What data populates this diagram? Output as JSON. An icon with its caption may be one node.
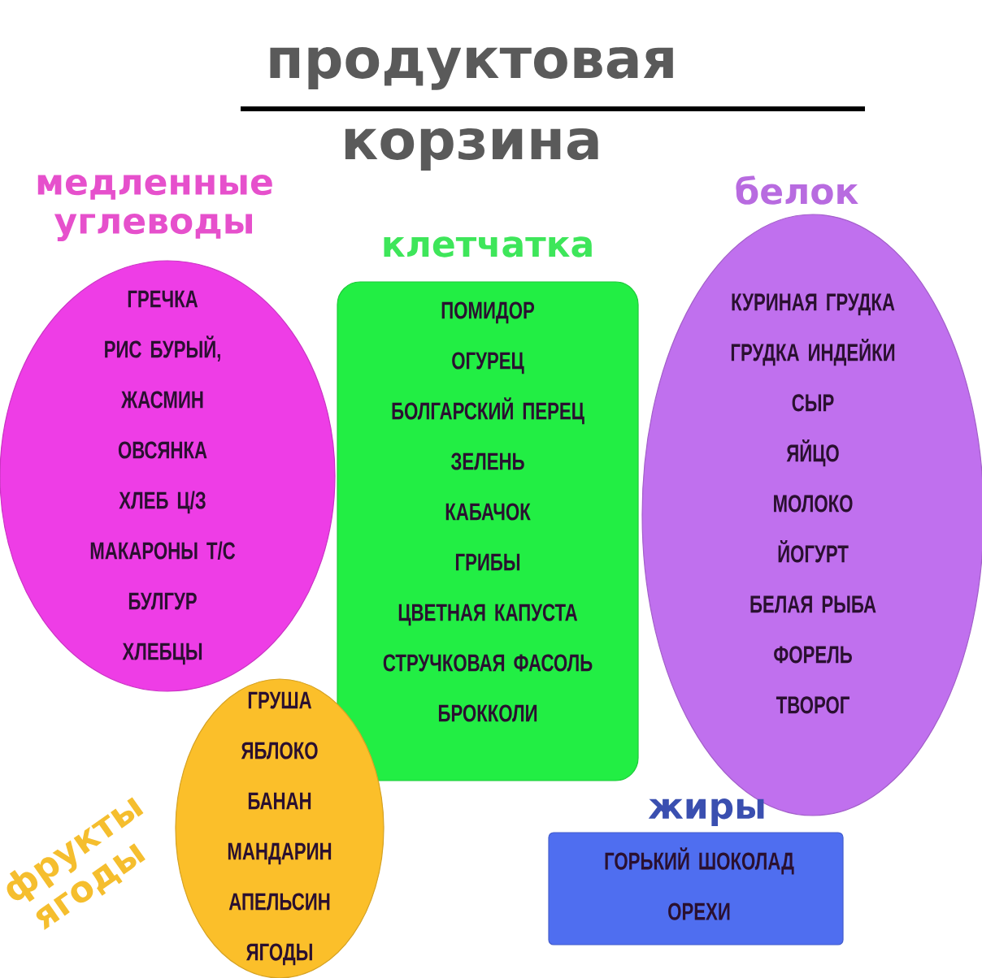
{
  "diagram": {
    "title": "продуктовая корзина",
    "nodes": [
      {
        "text": [
          "медленные углеводы",
          "ГРЕЧКА",
          "РИС БУРЫЙ, ЖАСМИН",
          "ОВСЯНКА",
          "ХЛЕБ Ц/З",
          "МАКАРОНЫ Т/С",
          "БУЛГУР",
          "ХЛЕБЦЫ"
        ]
      },
      {
        "text": [
          "клетчатка",
          "ПОМИДОР",
          "ОГУРЕЦ",
          "БОЛГАРСКИЙ ПЕРЕЦ",
          "ЗЕЛЕНЬ",
          "КАБАЧОК",
          "ГРИБЫ",
          "ЦВЕТНАЯ КАПУСТА",
          "СТРУЧКОВАЯ ФАСОЛЬ",
          "БРОККОЛИ"
        ]
      },
      {
        "text": [
          "белок",
          "КУРИНАЯ ГРУДКА",
          "ГРУДКА ИНДЕЙКИ",
          "СЫР",
          "ЯЙЦО",
          "МОЛОКО",
          "ЙОГУРТ",
          "БЕЛАЯ РЫБА",
          "ФОРЕЛЬ",
          "ТВОРОГ"
        ]
      },
      {
        "text": [
          "фрукты ягоды",
          "ГРУША",
          "ЯБЛОКО",
          "БАНАН",
          "МАНДАРИН",
          "АПЕЛЬСИН",
          "ЯГОДЫ"
        ]
      },
      {
        "text": [
          "жиры",
          "ГОРЬКИЙ ШОКОЛАД",
          "ОРЕХИ"
        ]
      }
    ]
  }
}
